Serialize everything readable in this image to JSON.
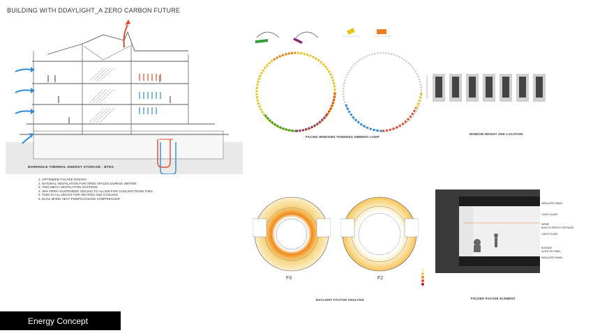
{
  "title": "BUILDING WITH DDAYLIGHT_A ZERO CARBON FUTURE",
  "section_label": "BOREHOLE THERMAL ENERGY STORAGE - BTES",
  "notes": [
    "1. OPTIMIZED FACADE DESIGN",
    "2. NATURAL VENTILATION FOR OPEN SPACES DURING WINTER",
    "3. TWO MECH VENTILATION SYSTEMS",
    "4. 30% OPEN SUSPENDED CEILING TO ALLOW FOR COOLING FROM TABS",
    "5. TABS IN ALL DECKS FOR HEATING AND COOLING",
    "6. DUAL MODE HEAT PUMP/COOLING COMPRESSOR"
  ],
  "captions": {
    "facing": "FACING WINDOWS TOWARDS AMBIENT LIGHT",
    "window_height": "WINDOW HEIGHT AND LOCATION",
    "daylight": "DAYLIGHT FACTOR ANALYSIS",
    "folded": "FOLDED FACADE ELEMENT"
  },
  "figures": {
    "f3": "F3",
    "f2": "F2"
  },
  "folded_annotations": [
    "INSULATED PANEL",
    "LOW-E GLASS",
    "INSIDE",
    "BUILT-IN REFLECTOR PANEL",
    "LOW-E GLASS",
    "BOXSIDE",
    "ACRYLITE PANEL",
    "INSULATED PANEL"
  ],
  "energy_button": "Energy Concept",
  "colors": {
    "arrow_blue": "#2e8bd6",
    "heat_red": "#e24a2a",
    "green": "#2f9e3b",
    "purple": "#8a2a78",
    "yellow": "#e8c41a",
    "orange": "#e97f1f"
  }
}
